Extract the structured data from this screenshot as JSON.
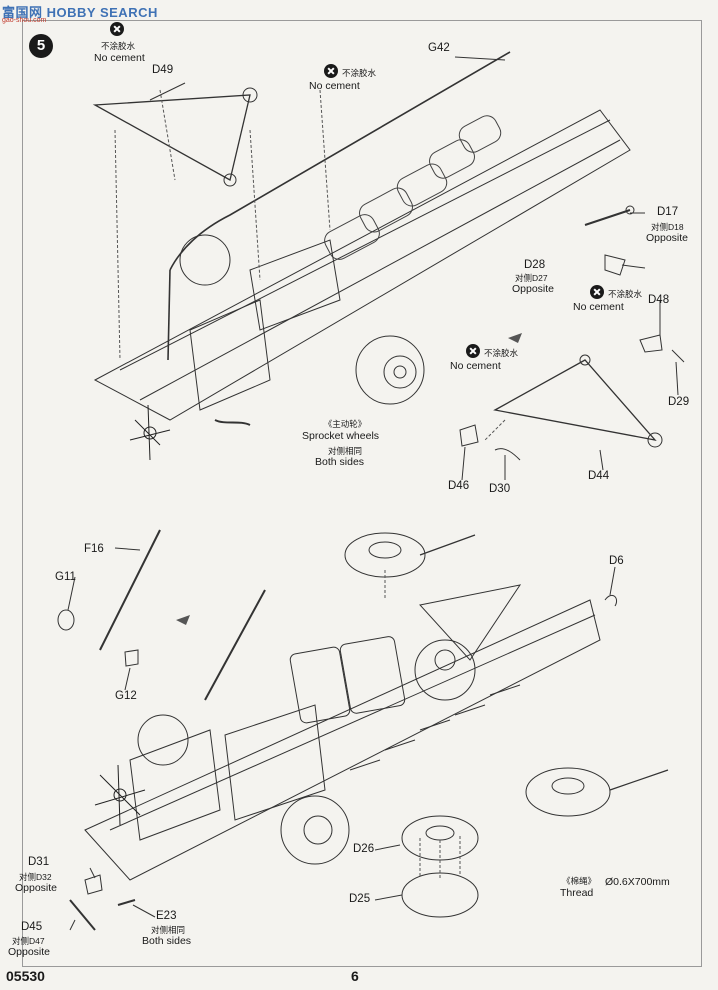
{
  "watermark": {
    "brand": "HOBBY SEARCH",
    "cn_brand": "富国网",
    "sub": "gao-shou.com"
  },
  "step_number": "5",
  "footer": {
    "product_code": "05530",
    "page_number": "6"
  },
  "no_cement": {
    "cn": "不涂胶水",
    "en": "No cement"
  },
  "parts": {
    "D49": "D49",
    "G42": "G42",
    "D17": "D17",
    "D18_note_cn": "对侧D18",
    "opposite": "Opposite",
    "D28": "D28",
    "D27_note_cn": "对侧D27",
    "D48": "D48",
    "D29": "D29",
    "D44": "D44",
    "D46": "D46",
    "D30": "D30",
    "F16": "F16",
    "G11": "G11",
    "G12": "G12",
    "D6": "D6",
    "D26": "D26",
    "D25": "D25",
    "D31": "D31",
    "D32_note_cn": "对侧D32",
    "D45": "D45",
    "D47_note_cn": "对侧D47",
    "E23": "E23"
  },
  "sprocket": {
    "cn": "《主动轮》",
    "en": "Sprocket wheels"
  },
  "both_sides": {
    "cn": "对侧相同",
    "en": "Both sides"
  },
  "thread": {
    "cn": "《棉绳》",
    "en": "Thread",
    "spec": "Ø0.6X700mm"
  }
}
